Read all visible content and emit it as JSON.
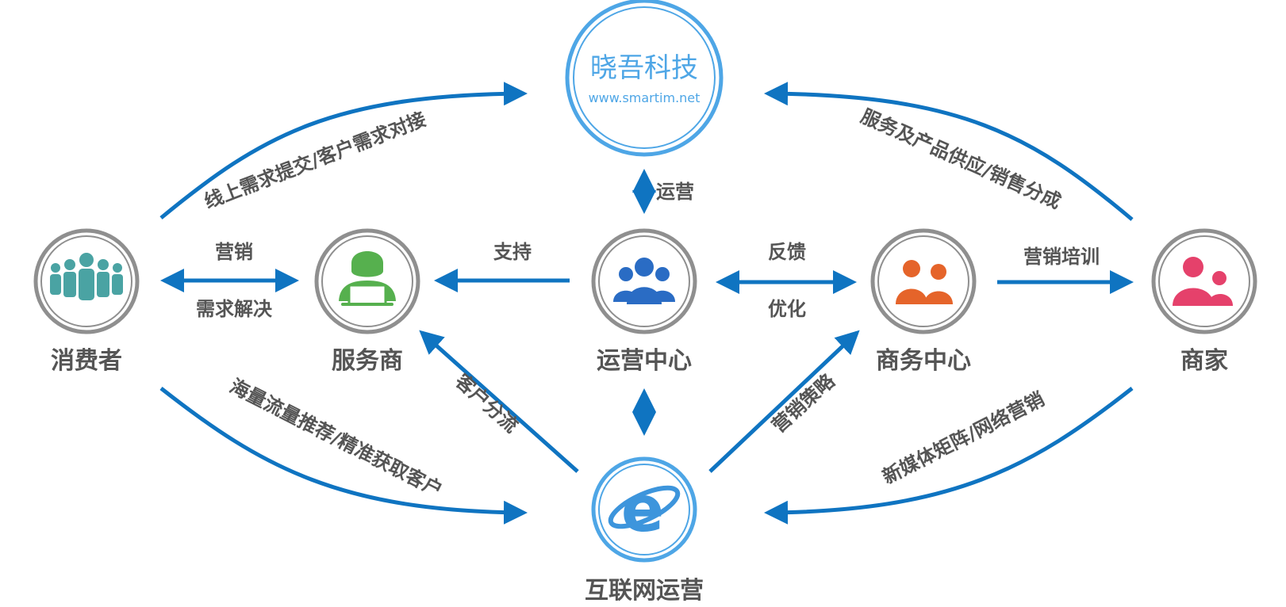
{
  "colors": {
    "arrow": "#0f74c1",
    "ring_gray": "#8f8f8f",
    "ring_blue": "#4ea6e6",
    "consumer": "#4aa3a3",
    "provider": "#56b04e",
    "operations": "#2a6cc4",
    "business": "#e5642a",
    "merchant": "#e5416b",
    "label": "#555555"
  },
  "logo": {
    "title": "晓吾科技",
    "url": "www.smartim.net"
  },
  "nodes": {
    "consumer": {
      "label": "消费者",
      "icon": "crowd-icon"
    },
    "provider": {
      "label": "服务商",
      "icon": "person-laptop-icon"
    },
    "operations_center": {
      "label": "运营中心",
      "icon": "team-icon"
    },
    "business_center": {
      "label": "商务中心",
      "icon": "couple-icon"
    },
    "merchant": {
      "label": "商家",
      "icon": "users-icon"
    },
    "internet_ops": {
      "label": "互联网运营",
      "icon": "internet-explorer-icon"
    }
  },
  "edges": {
    "consumer_to_logo": "线上需求提交/客户需求对接",
    "merchant_to_logo": "服务及产品供应/销售分成",
    "logo_ops": "运营",
    "consumer_provider_top": "营销",
    "consumer_provider_bottom": "需求解决",
    "ops_to_provider": "支持",
    "ops_business_top": "反馈",
    "ops_business_bottom": "优化",
    "business_to_merchant": "营销培训",
    "consumer_to_internet": "海量流量推荐/精准获取客户",
    "internet_to_provider": "客户分流",
    "internet_to_business": "营销策略",
    "merchant_to_internet": "新媒体矩阵/网络营销"
  }
}
